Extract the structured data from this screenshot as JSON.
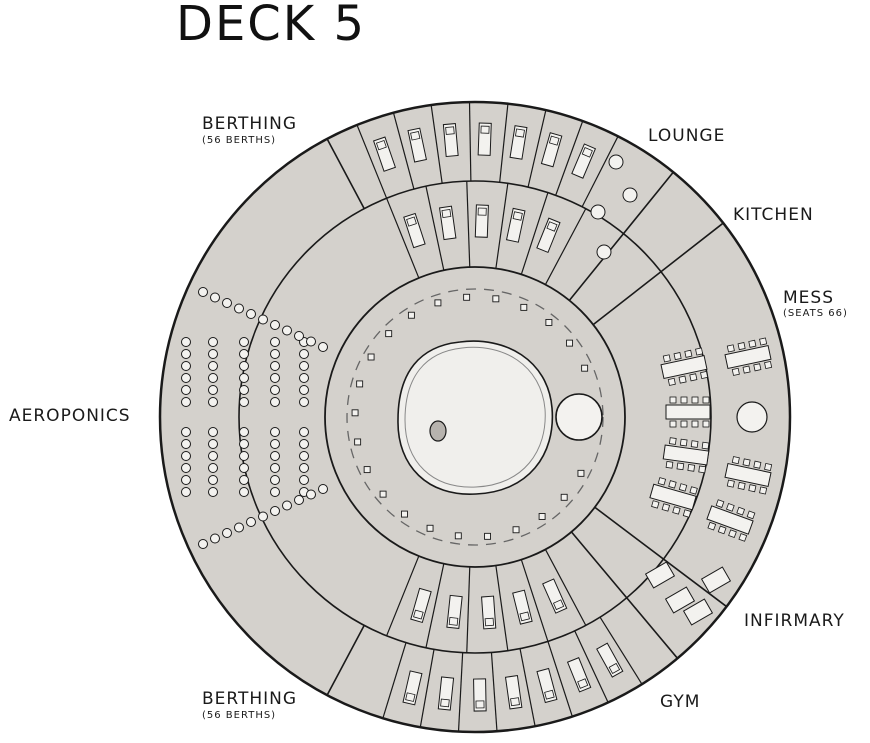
{
  "title": "DECK 5",
  "labels": {
    "berthing_top": "BERTHING",
    "berthing_top_sub": "(56 BERTHS)",
    "lounge": "LOUNGE",
    "kitchen": "KITCHEN",
    "mess": "MESS",
    "mess_sub": "(SEATS 66)",
    "aeroponics": "AEROPONICS",
    "infirmary": "INFIRMARY",
    "berthing_bottom": "BERTHING",
    "berthing_bottom_sub": "(56 BERTHS)",
    "gym": "GYM"
  },
  "colors": {
    "floor": "#d4d1cc",
    "wall": "#1a1a1a",
    "furniture": "#f3f2ef",
    "pool": "#f0efec"
  }
}
